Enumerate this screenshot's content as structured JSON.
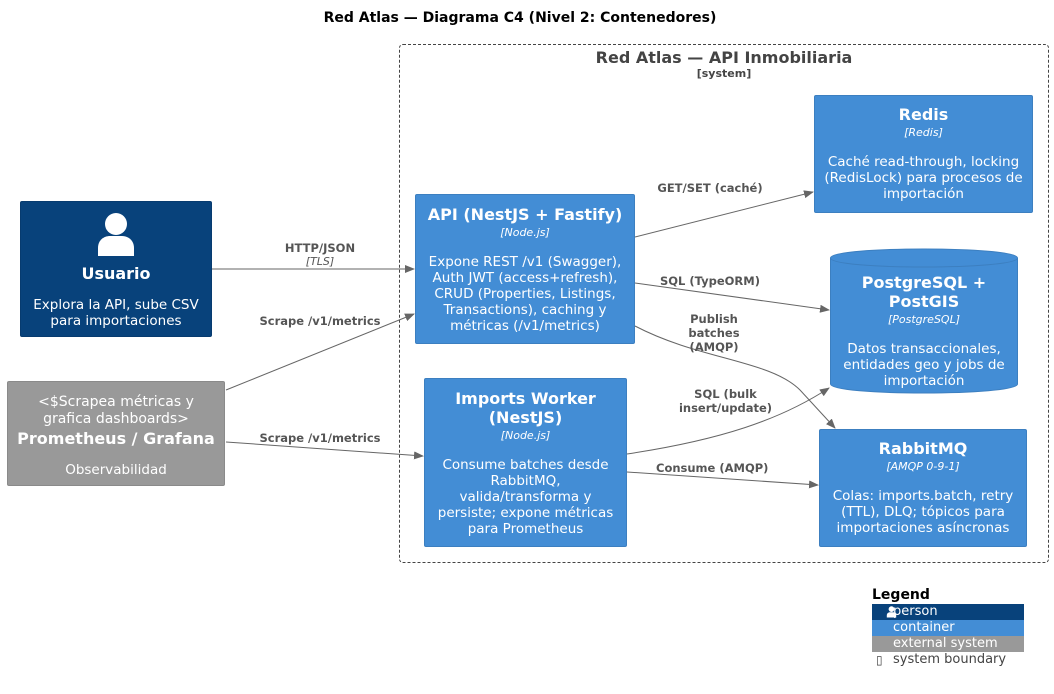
{
  "title": "Red Atlas — Diagrama C4 (Nivel 2: Contenedores)",
  "boundary": {
    "name": "Red Atlas — API Inmobiliaria",
    "tag": "[system]"
  },
  "user": {
    "name": "Usuario",
    "description": "Explora la API, sube CSV para importaciones"
  },
  "prometheus": {
    "stereotype": "<$Scrapea métricas y grafica dashboards>",
    "name": "Prometheus / Grafana",
    "description": "Observabilidad"
  },
  "api": {
    "name": "API (NestJS + Fastify)",
    "tech": "[Node.js]",
    "description": "Expone REST /v1 (Swagger), Auth JWT (access+refresh), CRUD (Properties, Listings, Transactions), caching y métricas (/v1/metrics)"
  },
  "worker": {
    "name": "Imports Worker (NestJS)",
    "tech": "[Node.js]",
    "description": "Consume batches desde RabbitMQ, valida/transforma y persiste; expone métricas para Prometheus"
  },
  "redis": {
    "name": "Redis",
    "tech": "[Redis]",
    "description": "Caché read-through, locking (RedisLock) para procesos de importación"
  },
  "postgres": {
    "name": "PostgreSQL + PostGIS",
    "tech": "[PostgreSQL]",
    "description": "Datos transaccionales, entidades geo y jobs de importación"
  },
  "rabbit": {
    "name": "RabbitMQ",
    "tech": "[AMQP 0-9-1]",
    "description": "Colas: imports.batch, retry (TTL), DLQ; tópicos para importaciones asíncronas"
  },
  "edges": {
    "user_api": {
      "label": "HTTP/JSON",
      "tech": "[TLS]"
    },
    "prom_api": {
      "label": "Scrape /v1/metrics"
    },
    "prom_worker": {
      "label": "Scrape /v1/metrics"
    },
    "api_redis": {
      "label": "GET/SET (caché)"
    },
    "api_pg": {
      "label": "SQL (TypeORM)"
    },
    "api_rabbit": {
      "label": "Publish batches (AMQP)"
    },
    "worker_pg": {
      "label": "SQL (bulk insert/update)"
    },
    "worker_rabbit": {
      "label": "Consume (AMQP)"
    }
  },
  "legend": {
    "title": "Legend",
    "items": [
      "person",
      "container",
      "external system",
      "system boundary"
    ],
    "boundary_glyph": "▯",
    "colors": {
      "person": "#08427b",
      "container": "#438dd5",
      "external": "#999999",
      "boundary": "#444444",
      "edge": "#666666"
    }
  }
}
